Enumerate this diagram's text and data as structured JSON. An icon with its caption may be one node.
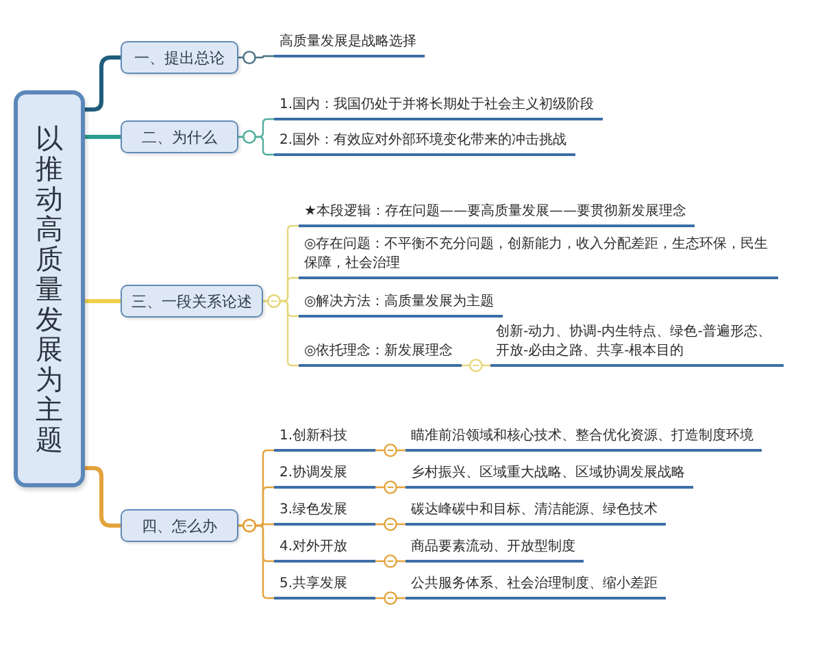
{
  "diagram": {
    "nodes": [
      {
        "text": [
          "以推动高质量发展为主题"
        ]
      },
      {
        "text": [
          "一、提出总论"
        ]
      },
      {
        "text": [
          "二、为什么"
        ]
      },
      {
        "text": [
          "三、一段关系论述"
        ]
      },
      {
        "text": [
          "四、怎么办"
        ]
      },
      {
        "text": [
          "高质量发展是战略选择"
        ]
      },
      {
        "text": [
          "1.国内：我国仍处于并将长期处于社会主义初级阶段"
        ]
      },
      {
        "text": [
          "2.国外：有效应对外部环境变化带来的冲击挑战"
        ]
      },
      {
        "text": [
          "★本段逻辑：存在问题——要高质量发展——要贯彻新发展理念"
        ]
      },
      {
        "text": [
          "◎存在问题：不平衡不充分问题，创新能力，收入分配差距，生态环保，民生保障，社会治理"
        ]
      },
      {
        "text": [
          "◎解决方法：高质量发展为主题"
        ]
      },
      {
        "text": [
          "◎依托理念：新发展理念"
        ]
      },
      {
        "text": [
          "创新-动力、协调-内生特点、绿色-普遍形态、开放-必由之路、共享-根本目的"
        ]
      },
      {
        "text": [
          "1.创新科技"
        ]
      },
      {
        "text": [
          "瞄准前沿领域和核心技术、整合优化资源、打造制度环境"
        ]
      },
      {
        "text": [
          "2.协调发展"
        ]
      },
      {
        "text": [
          "乡村振兴、区域重大战略、区域协调发展战略"
        ]
      },
      {
        "text": [
          "3.绿色发展"
        ]
      },
      {
        "text": [
          "碳达峰碳中和目标、清洁能源、绿色技术"
        ]
      },
      {
        "text": [
          "4.对外开放"
        ]
      },
      {
        "text": [
          "商品要素流动、开放型制度"
        ]
      },
      {
        "text": [
          "5.共享发展"
        ]
      },
      {
        "text": [
          "公共服务体系、社会治理制度、缩小差距"
        ]
      }
    ],
    "edges": [
      {
        "from": 0,
        "to": 1,
        "arrow": "none",
        "style": "thick",
        "color": "#1f5d7a"
      },
      {
        "from": 0,
        "to": 2,
        "arrow": "none",
        "style": "thick",
        "color": "#2a9d8f"
      },
      {
        "from": 0,
        "to": 3,
        "arrow": "none",
        "style": "thick",
        "color": "#f0cf4e"
      },
      {
        "from": 0,
        "to": 4,
        "arrow": "none",
        "style": "thick"
      },
      {
        "from": 1,
        "to": 5,
        "arrow": "other",
        "color": "#44707f"
      },
      {
        "from": 2,
        "to": 6,
        "arrow": "other",
        "color": "#4fae9c"
      },
      {
        "from": 2,
        "to": 7,
        "arrow": "other",
        "color": "#4fae9c"
      },
      {
        "from": 3,
        "to": 8,
        "arrow": "other",
        "color": "#e6d77a"
      },
      {
        "from": 3,
        "to": 9,
        "arrow": "other",
        "color": "#e6d77a"
      },
      {
        "from": 3,
        "to": 10,
        "arrow": "other",
        "color": "#e6d77a"
      },
      {
        "from": 3,
        "to": 11,
        "arrow": "other",
        "color": "#e6d77a"
      },
      {
        "from": 11,
        "to": 12,
        "arrow": "other",
        "color": "#e6d77a"
      },
      {
        "from": 4,
        "to": 13,
        "arrow": "other"
      },
      {
        "from": 4,
        "to": 15,
        "arrow": "other"
      },
      {
        "from": 4,
        "to": 17,
        "arrow": "other"
      },
      {
        "from": 4,
        "to": 19,
        "arrow": "other"
      },
      {
        "from": 4,
        "to": 21,
        "arrow": "other"
      },
      {
        "from": 13,
        "to": 14,
        "arrow": "other"
      },
      {
        "from": 15,
        "to": 16,
        "arrow": "other"
      },
      {
        "from": 17,
        "to": 18,
        "arrow": "other"
      },
      {
        "from": 19,
        "to": 20,
        "arrow": "other"
      },
      {
        "from": 21,
        "to": 22,
        "arrow": "other"
      }
    ]
  }
}
